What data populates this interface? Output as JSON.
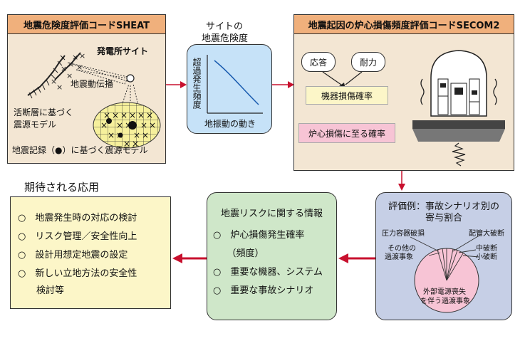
{
  "sheat": {
    "title": "地震危険度評価コードSHEAT",
    "site_label": "発電所サイト",
    "propagation_label": "地震動伝播",
    "fault_label_1": "活断層に基づく",
    "fault_label_2": "震源モデル",
    "record_label": "地震記録（●）に基づく震源モデル"
  },
  "hazard": {
    "title_line1": "サイトの",
    "title_line2": "地震危険度",
    "ylabel": "超過発生頻度",
    "xlabel": "地振動の動き"
  },
  "secom": {
    "title": "地震起因の炉心損傷頻度評価コードSECOM2",
    "response_label": "応答",
    "capacity_label": "耐力",
    "equipment_label": "機器損傷確率",
    "core_label": "炉心損傷に至る確率"
  },
  "applications": {
    "title": "期待される応用",
    "items": [
      "○　地震発生時の対応の検討",
      "○　リスク管理／安全性向上",
      "○　設計用想定地震の設定",
      "○　新しい立地方法の安全性",
      "　　検討等"
    ]
  },
  "risk_info": {
    "title": "地震リスクに関する情報",
    "items": [
      "○　炉心損傷発生確率",
      "　　（頻度）",
      "○　重要な機器、システム",
      "○　重要な事故シナリオ"
    ]
  },
  "example": {
    "title_line1": "評価例：事故シナリオ別の",
    "title_line2": "寄与割合",
    "label_pressure": "圧力容器破損",
    "label_pipe_large": "配管大破断",
    "label_other_1": "その他の",
    "label_other_2": "過渡事象",
    "label_mid": "中破断",
    "label_small": "小破断",
    "label_main_1": "外部電源喪失",
    "label_main_2": "を伴う過渡事象"
  },
  "colors": {
    "header": "#f0b07c",
    "panel": "#f3e6d3",
    "hazard_fill": "#c6e2f8",
    "app_fill": "#fcf6c8",
    "risk_fill": "#cfe7c9",
    "example_fill": "#c6cfe6",
    "pie_fill": "#f7c4d5",
    "arrow": "#c8102e"
  }
}
